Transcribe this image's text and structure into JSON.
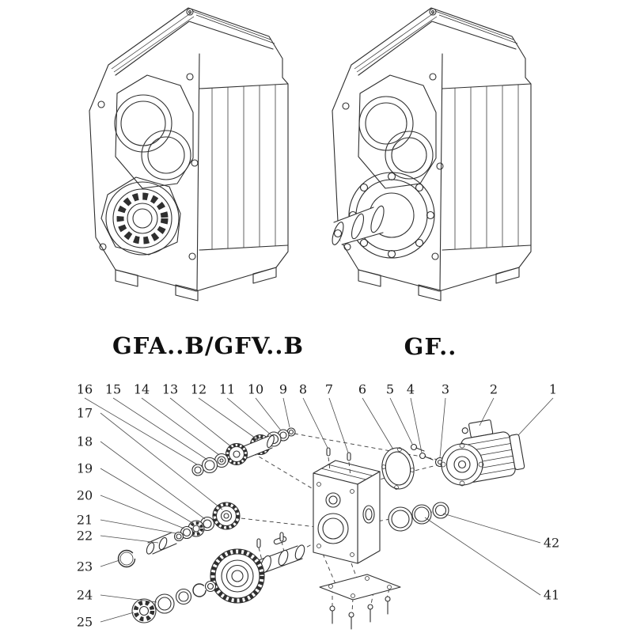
{
  "page": {
    "background": "#ffffff",
    "line_color": "#2f2f2f"
  },
  "models": {
    "left_label": "GFA..B/GFV..B",
    "right_label": "GF.."
  },
  "exploded_view": {
    "callouts_top": [
      "16",
      "15",
      "14",
      "13",
      "12",
      "11",
      "10",
      "9",
      "8",
      "7",
      "6",
      "5",
      "4",
      "3",
      "2",
      "1"
    ],
    "callouts_left": [
      "17",
      "18",
      "19",
      "20",
      "21",
      "22",
      "23",
      "24",
      "25"
    ],
    "callouts_right": [
      "42",
      "41"
    ]
  }
}
